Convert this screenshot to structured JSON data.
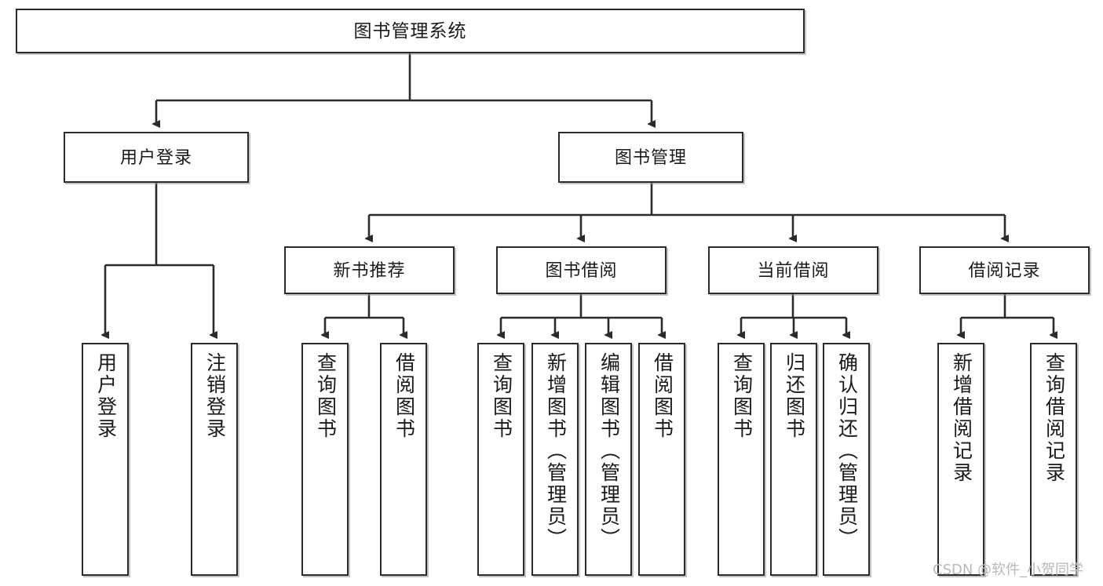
{
  "diagram": {
    "title": "图书管理系统",
    "type": "functional-structure-tree",
    "root": {
      "id": "root",
      "label": "图书管理系统"
    },
    "level2": [
      {
        "id": "user-login",
        "label": "用户登录"
      },
      {
        "id": "book-manage",
        "label": "图书管理"
      }
    ],
    "level3": [
      {
        "id": "new-book",
        "label": "新书推荐"
      },
      {
        "id": "book-borrow",
        "label": "图书借阅"
      },
      {
        "id": "current-borrow",
        "label": "当前借阅"
      },
      {
        "id": "borrow-record",
        "label": "借阅记录"
      }
    ],
    "leaves": {
      "user_login": [
        {
          "id": "leaf-user-login",
          "label": "用户登录"
        },
        {
          "id": "leaf-logout",
          "label": "注销登录"
        }
      ],
      "new_book": [
        {
          "id": "leaf-query-book-1",
          "label": "查询图书"
        },
        {
          "id": "leaf-borrow-book-1",
          "label": "借阅图书"
        }
      ],
      "book_borrow": [
        {
          "id": "leaf-query-book-2",
          "label": "查询图书"
        },
        {
          "id": "leaf-add-book",
          "label": "新增图书（管理员）"
        },
        {
          "id": "leaf-edit-book",
          "label": "编辑图书（管理员）"
        },
        {
          "id": "leaf-borrow-book-2",
          "label": "借阅图书"
        }
      ],
      "current_borrow": [
        {
          "id": "leaf-query-book-3",
          "label": "查询图书"
        },
        {
          "id": "leaf-return-book",
          "label": "归还图书"
        },
        {
          "id": "leaf-confirm-return",
          "label": "确认归还（管理员）"
        }
      ],
      "borrow_record": [
        {
          "id": "leaf-add-record",
          "label": "新增借阅记录"
        },
        {
          "id": "leaf-query-record",
          "label": "查询借阅记录"
        }
      ]
    }
  },
  "watermark": {
    "text": "CSDN @软件_小贺同学"
  },
  "colors": {
    "stroke": "#2b2b2b",
    "fill": "#ffffff",
    "text": "#1a1a1a",
    "watermark": "#b9b9b9",
    "background": "#ffffff"
  }
}
